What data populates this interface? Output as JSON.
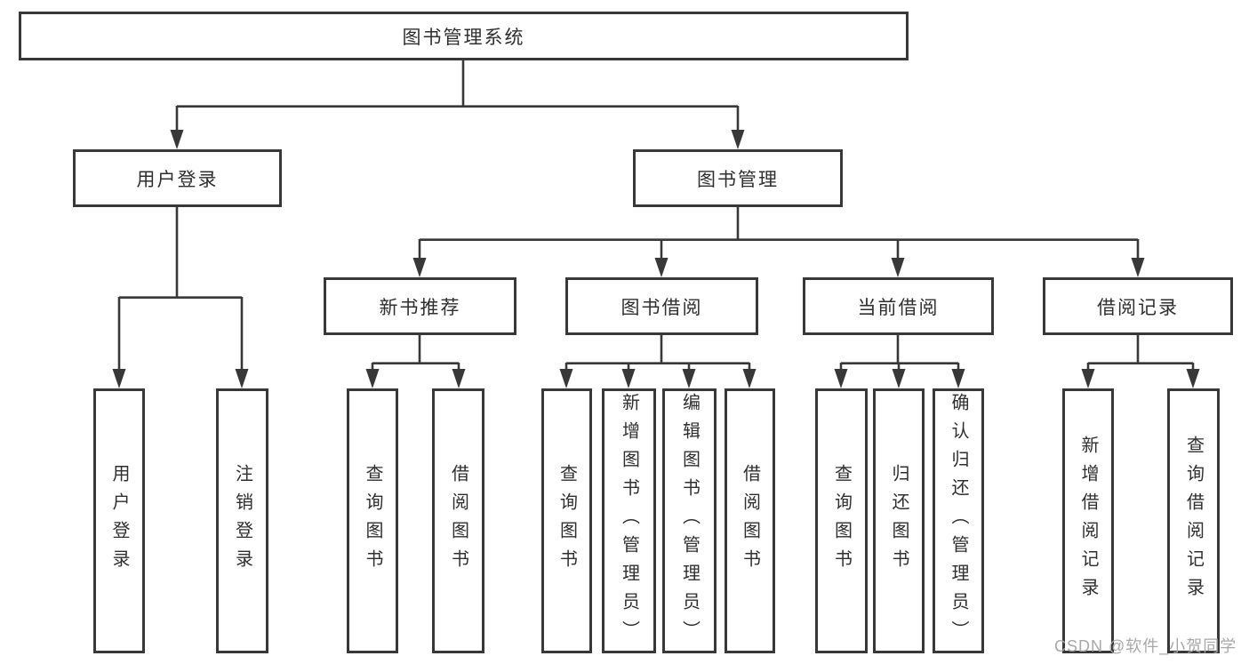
{
  "diagram": {
    "type": "hierarchy-tree",
    "root": {
      "label": "图书管理系统"
    },
    "branches": [
      {
        "label": "用户登录",
        "children": [
          {
            "label": "用户登录"
          },
          {
            "label": "注销登录"
          }
        ]
      },
      {
        "label": "图书管理",
        "children": [
          {
            "label": "新书推荐",
            "children": [
              {
                "label": "查询图书"
              },
              {
                "label": "借阅图书"
              }
            ]
          },
          {
            "label": "图书借阅",
            "children": [
              {
                "label": "查询图书"
              },
              {
                "label": "新增图书（管理员）"
              },
              {
                "label": "编辑图书（管理员）"
              },
              {
                "label": "借阅图书"
              }
            ]
          },
          {
            "label": "当前借阅",
            "children": [
              {
                "label": "查询图书"
              },
              {
                "label": "归还图书"
              },
              {
                "label": "确认归还（管理员）"
              }
            ]
          },
          {
            "label": "借阅记录",
            "children": [
              {
                "label": "新增借阅记录"
              },
              {
                "label": "查询借阅记录"
              }
            ]
          }
        ]
      }
    ]
  },
  "watermark": {
    "text": "CSDN @软件_小贺同学"
  },
  "colors": {
    "line": "#383838",
    "box_border": "#383838",
    "text": "#2f2f2f",
    "watermark": "#a8a8a8",
    "background": "#ffffff"
  }
}
